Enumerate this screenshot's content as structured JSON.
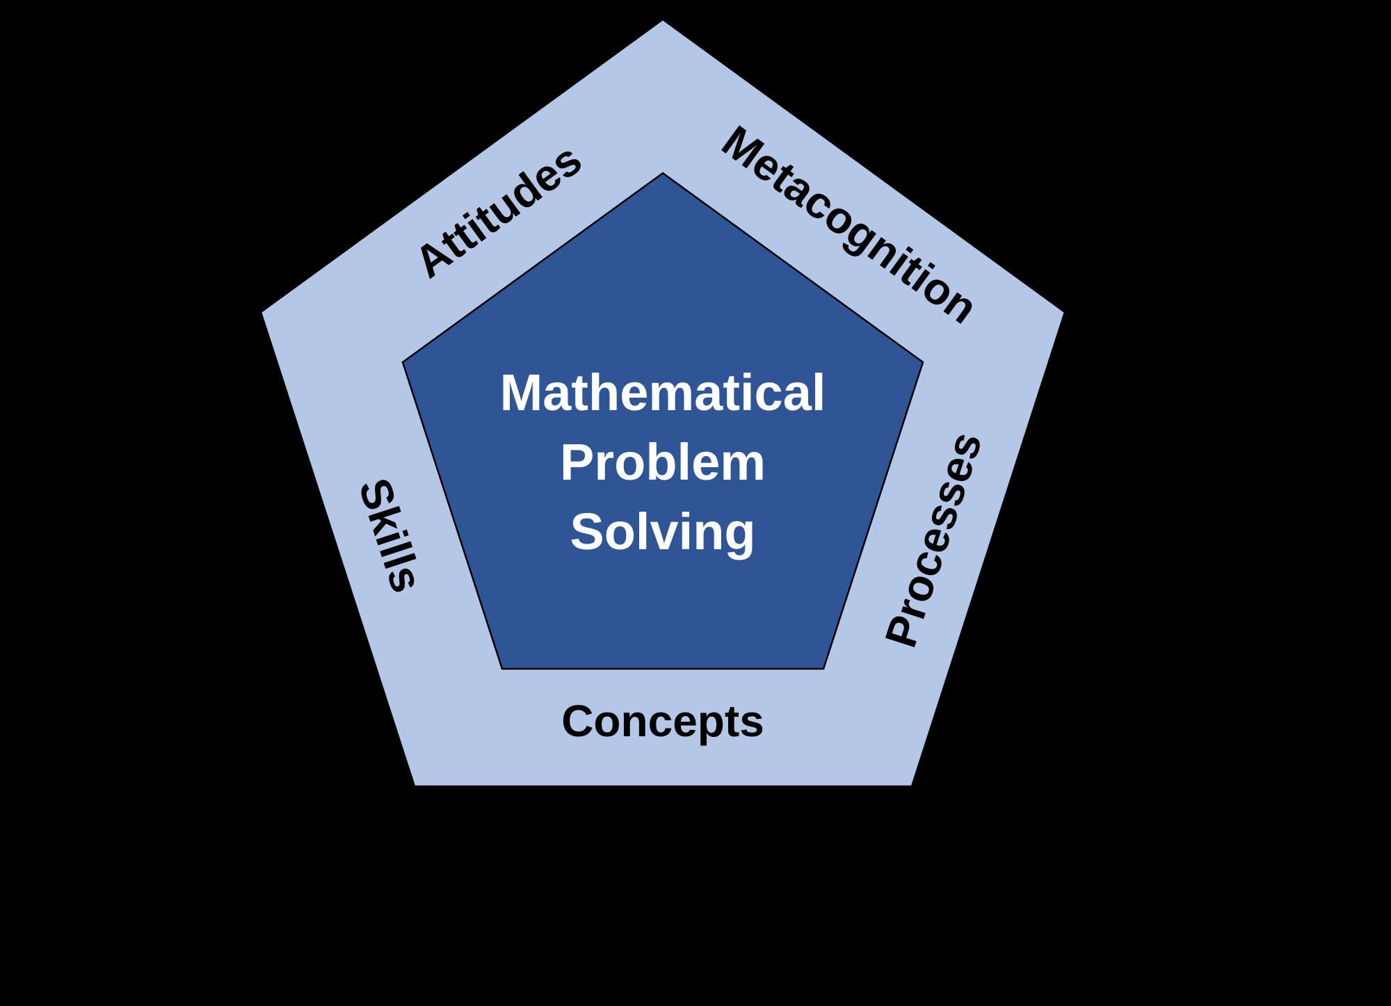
{
  "diagram": {
    "description": "Pentagon framework diagram: Mathematical Problem Solving",
    "center_title": {
      "lines": [
        "Mathematical",
        "Problem",
        "Solving"
      ]
    },
    "edge_labels": {
      "top_left": "Attitudes",
      "top_right": "Metacognition",
      "right": "Processes",
      "bottom": "Concepts",
      "left": "Skills"
    },
    "colors": {
      "background": "#000000",
      "outer_pentagon_fill": "#B4C7E7",
      "inner_pentagon_fill": "#2F5597",
      "pentagon_stroke": "#000000",
      "edge_label_color": "#000000",
      "center_title_color": "#FFFFFF"
    }
  }
}
